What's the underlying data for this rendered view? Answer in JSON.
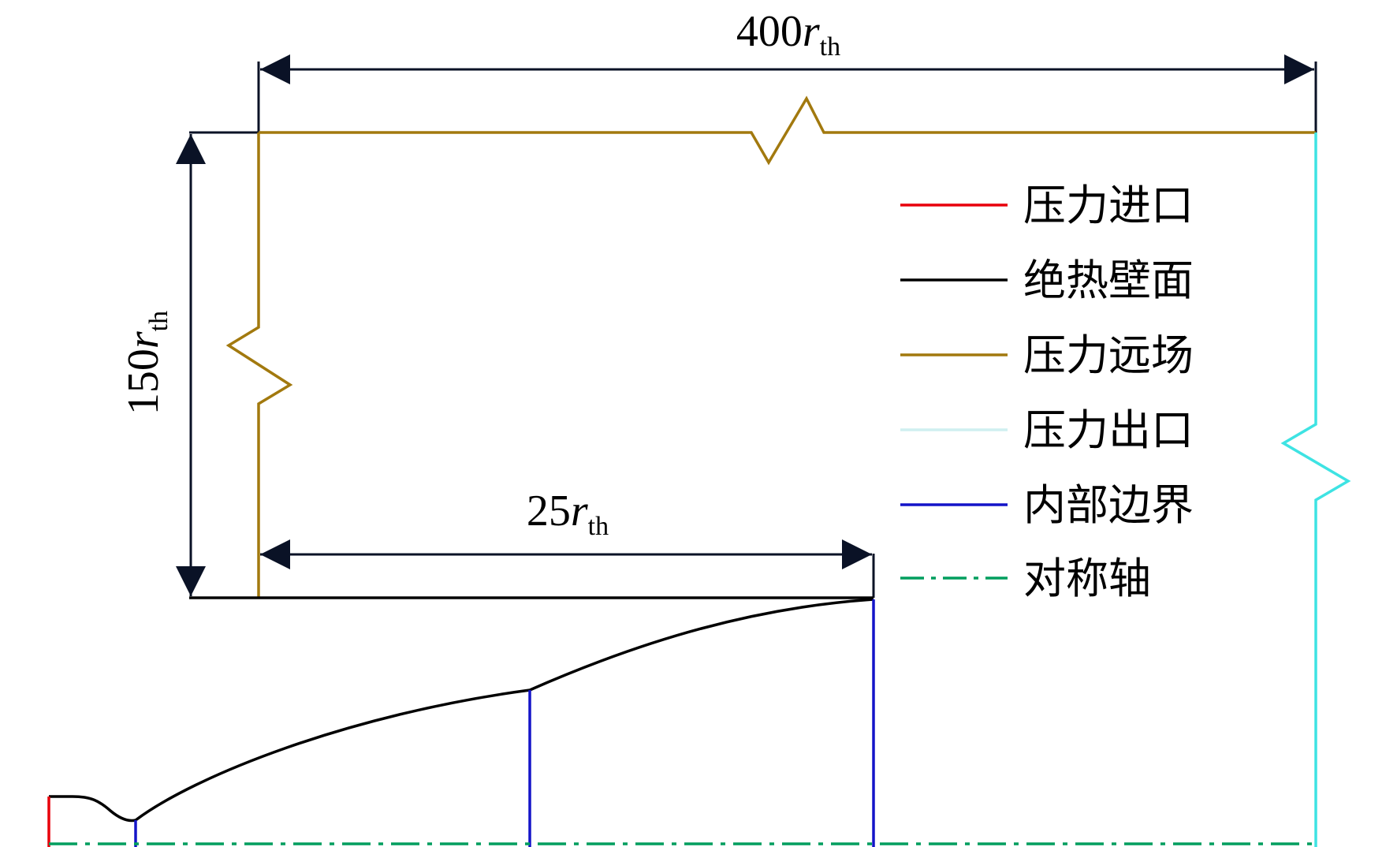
{
  "colors": {
    "pressure_inlet": "#e8000b",
    "adiabatic_wall": "#000000",
    "pressure_far_field": "#a2790e",
    "pressure_outlet": "#3ee3e3",
    "interior": "#1414c8",
    "axis": "#009e5e",
    "dimension": "#0a1226"
  },
  "dimensions": {
    "top_width": {
      "number": "400",
      "variable": "r",
      "subscript": "th"
    },
    "left_height": {
      "number": "150",
      "variable": "r",
      "subscript": "th"
    },
    "inner_width": {
      "number": "25",
      "variable": "r",
      "subscript": "th"
    }
  },
  "legend": [
    {
      "label": "压力进口",
      "color": "#e8000b",
      "style": "solid"
    },
    {
      "label": "绝热壁面",
      "color": "#000000",
      "style": "solid"
    },
    {
      "label": "压力远场",
      "color": "#a2790e",
      "style": "solid"
    },
    {
      "label": "压力出口",
      "color": "#cfeff0",
      "style": "solid"
    },
    {
      "label": "内部边界",
      "color": "#1414c8",
      "style": "solid"
    },
    {
      "label": "对称轴",
      "color": "#009e5e",
      "style": "dashdot"
    }
  ]
}
